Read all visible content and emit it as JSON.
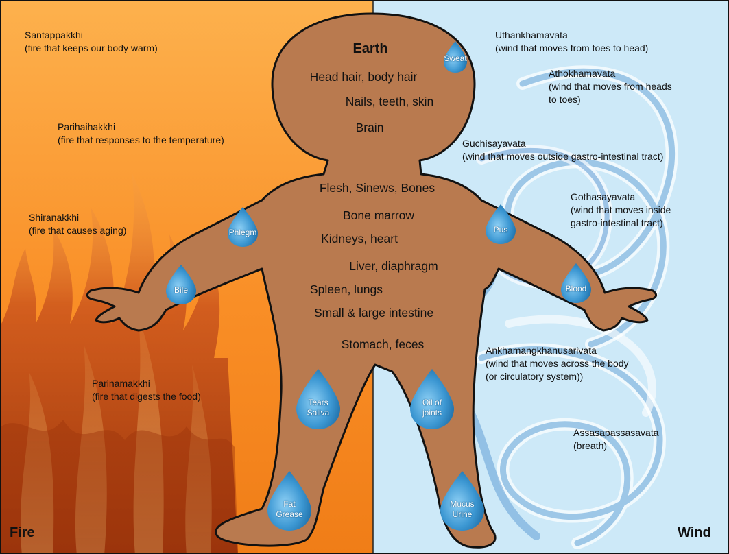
{
  "colors": {
    "fire_light": "#fca23a",
    "fire_dark": "#c94a0e",
    "wind_light": "#cfeaf8",
    "wind_swirl": "#5a9ed6",
    "body": "#b97a4f",
    "drop": "#3d98d3"
  },
  "sections": {
    "fire": "Fire",
    "wind": "Wind",
    "earth": "Earth"
  },
  "fire_labels": [
    {
      "name": "Santappakkhi",
      "desc": "(fire that keeps our body warm)"
    },
    {
      "name": "Parihaihakkhi",
      "desc": "(fire that responses to the temperature)"
    },
    {
      "name": "Shiranakkhi",
      "desc": "(fire that causes aging)"
    },
    {
      "name": "Parinamakkhi",
      "desc": "(fire that digests the food)"
    }
  ],
  "wind_labels": [
    {
      "name": "Uthankhamavata",
      "desc": "(wind that moves from toes to head)"
    },
    {
      "name": "Athokhamavata",
      "desc": "(wind that moves from heads",
      "desc2": "to toes)"
    },
    {
      "name": "Guchisayavata",
      "desc": "(wind that moves outside gastro-intestinal tract)"
    },
    {
      "name": "Gothasayavata",
      "desc": "(wind that moves inside",
      "desc2": "gastro-intestinal tract)"
    },
    {
      "name": "Ankhamangkhanusarivata",
      "desc": "(wind that moves across the body",
      "desc2": "(or circulatory system))"
    },
    {
      "name": "Assasapassasavata",
      "desc": "(breath)"
    }
  ],
  "earth_items": [
    "Head hair, body hair",
    "Nails, teeth, skin",
    "Brain",
    "Flesh, Sinews, Bones",
    "Bone marrow",
    "Kidneys, heart",
    "Liver, diaphragm",
    "Spleen, lungs",
    "Small & large intestine",
    "Stomach, feces"
  ],
  "water_drops": [
    {
      "line1": "Sweat"
    },
    {
      "line1": "Phlegm"
    },
    {
      "line1": "Bile"
    },
    {
      "line1": "Pus"
    },
    {
      "line1": "Blood"
    },
    {
      "line1": "Tears",
      "line2": "Saliva"
    },
    {
      "line1": "Oil of",
      "line2": "joints"
    },
    {
      "line1": "Fat",
      "line2": "Grease"
    },
    {
      "line1": "Mucus",
      "line2": "Urine"
    }
  ]
}
